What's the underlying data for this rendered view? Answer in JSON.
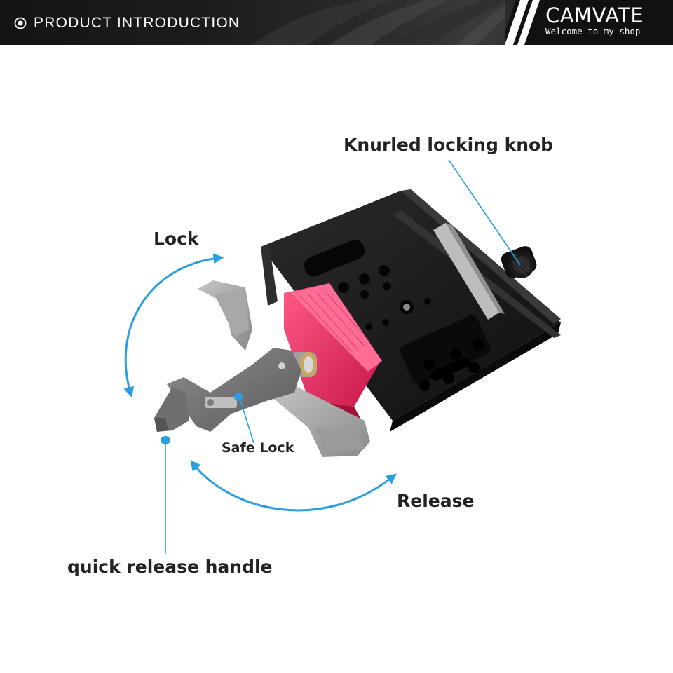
{
  "banner": {
    "section_title": "PRODUCT INTRODUCTION",
    "brand": "CAMVATE",
    "tagline": "Welcome to my shop"
  },
  "callouts": {
    "knob": "Knurled locking knob",
    "lock": "Lock",
    "safe_lock": "Safe Lock",
    "release": "Release",
    "handle": "quick release handle"
  },
  "colors": {
    "arrow": "#2a9ee0",
    "clamp_body": "#1b1b1b",
    "accent_red": "#e0245e",
    "handle_gray": "#9a9a9a"
  }
}
